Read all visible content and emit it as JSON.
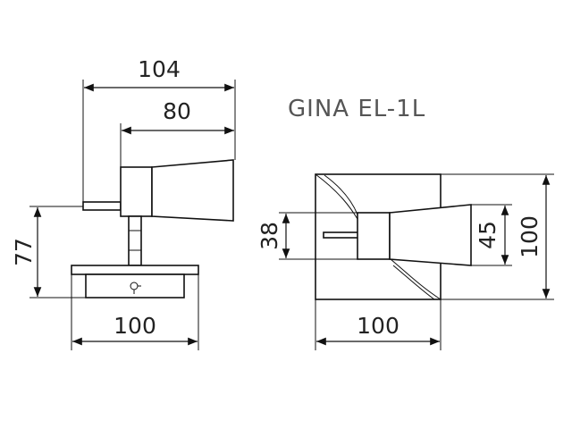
{
  "product": {
    "name": "GINA EL-1L"
  },
  "side_view": {
    "overall_depth": "104",
    "arm_depth": "80",
    "height_to_base": "77",
    "base_width": "100"
  },
  "front_view": {
    "plate_width": "100",
    "plate_height": "100",
    "lamp_small_diameter": "38",
    "lamp_large_diameter": "45"
  }
}
